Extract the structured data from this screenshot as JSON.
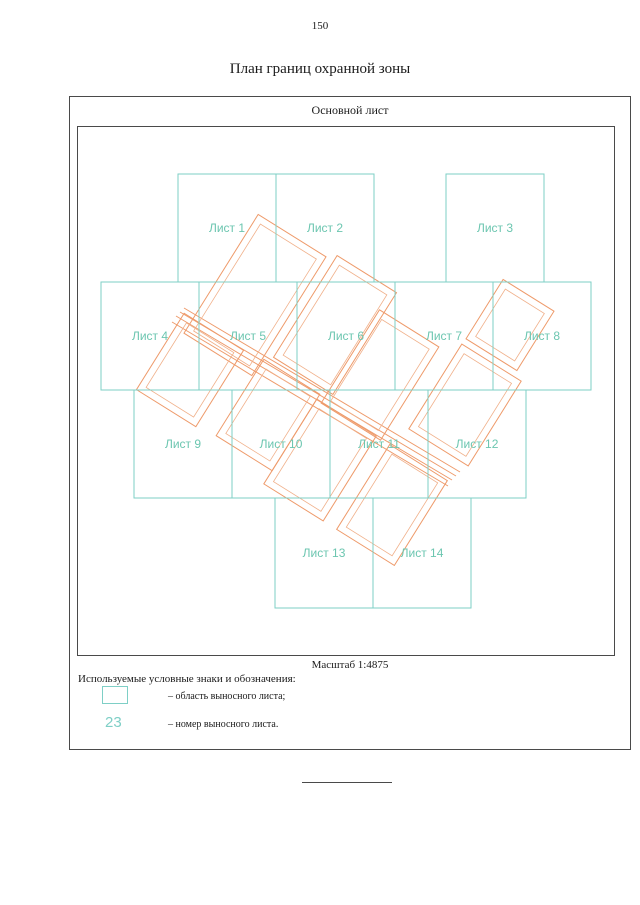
{
  "page_number": "150",
  "title": "План границ охранной зоны",
  "main_sheet_label": "Основной лист",
  "scale": "Масштаб 1:4875",
  "legend": {
    "title": "Используемые условные знаки и обозначения:",
    "area_text": "– область выносного листа;",
    "number_sample": "23",
    "number_text": "– номер выносного листа."
  },
  "colors": {
    "sheet_outline": "#7ecfc6",
    "sheet_label": "#6cc6b0",
    "protection_zone": "#ee9a6a",
    "frame": "#4a4a4a"
  },
  "sheets": [
    {
      "label": "Лист 1"
    },
    {
      "label": "Лист 2"
    },
    {
      "label": "Лист 3"
    },
    {
      "label": "Лист 4"
    },
    {
      "label": "Лист 5"
    },
    {
      "label": "Лист 6"
    },
    {
      "label": "Лист 7"
    },
    {
      "label": "Лист 8"
    },
    {
      "label": "Лист 9"
    },
    {
      "label": "Лист 10"
    },
    {
      "label": "Лист 11"
    },
    {
      "label": "Лист 12"
    },
    {
      "label": "Лист 13"
    },
    {
      "label": "Лист 14"
    }
  ]
}
